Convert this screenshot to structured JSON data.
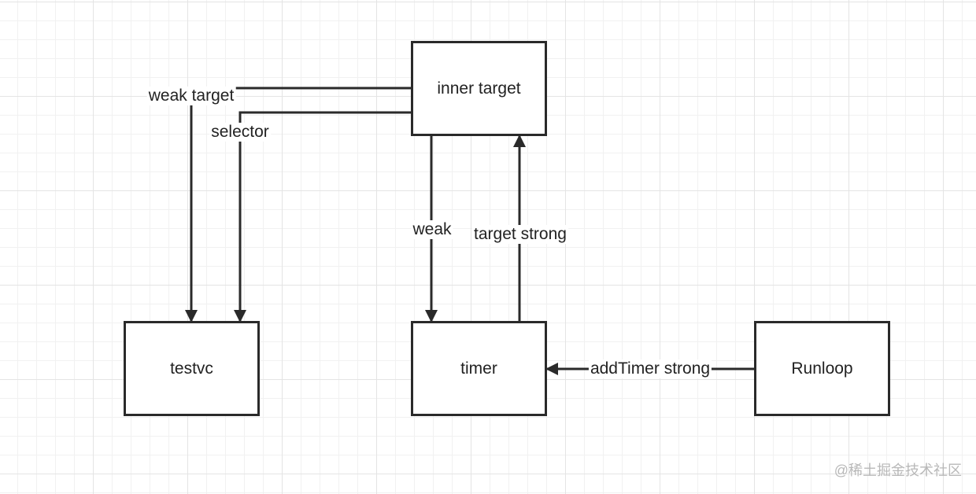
{
  "nodes": {
    "inner_target": "inner target",
    "testvc": "testvc",
    "timer": "timer",
    "runloop": "Runloop"
  },
  "edge_labels": {
    "weak_target": "weak target",
    "selector": "selector",
    "weak": "weak",
    "target_strong": "target strong",
    "add_timer_strong": "addTimer strong"
  },
  "watermark": "@稀土掘金技术社区",
  "colors": {
    "line": "#2a2a2a",
    "grid": "#e4e4e4"
  }
}
